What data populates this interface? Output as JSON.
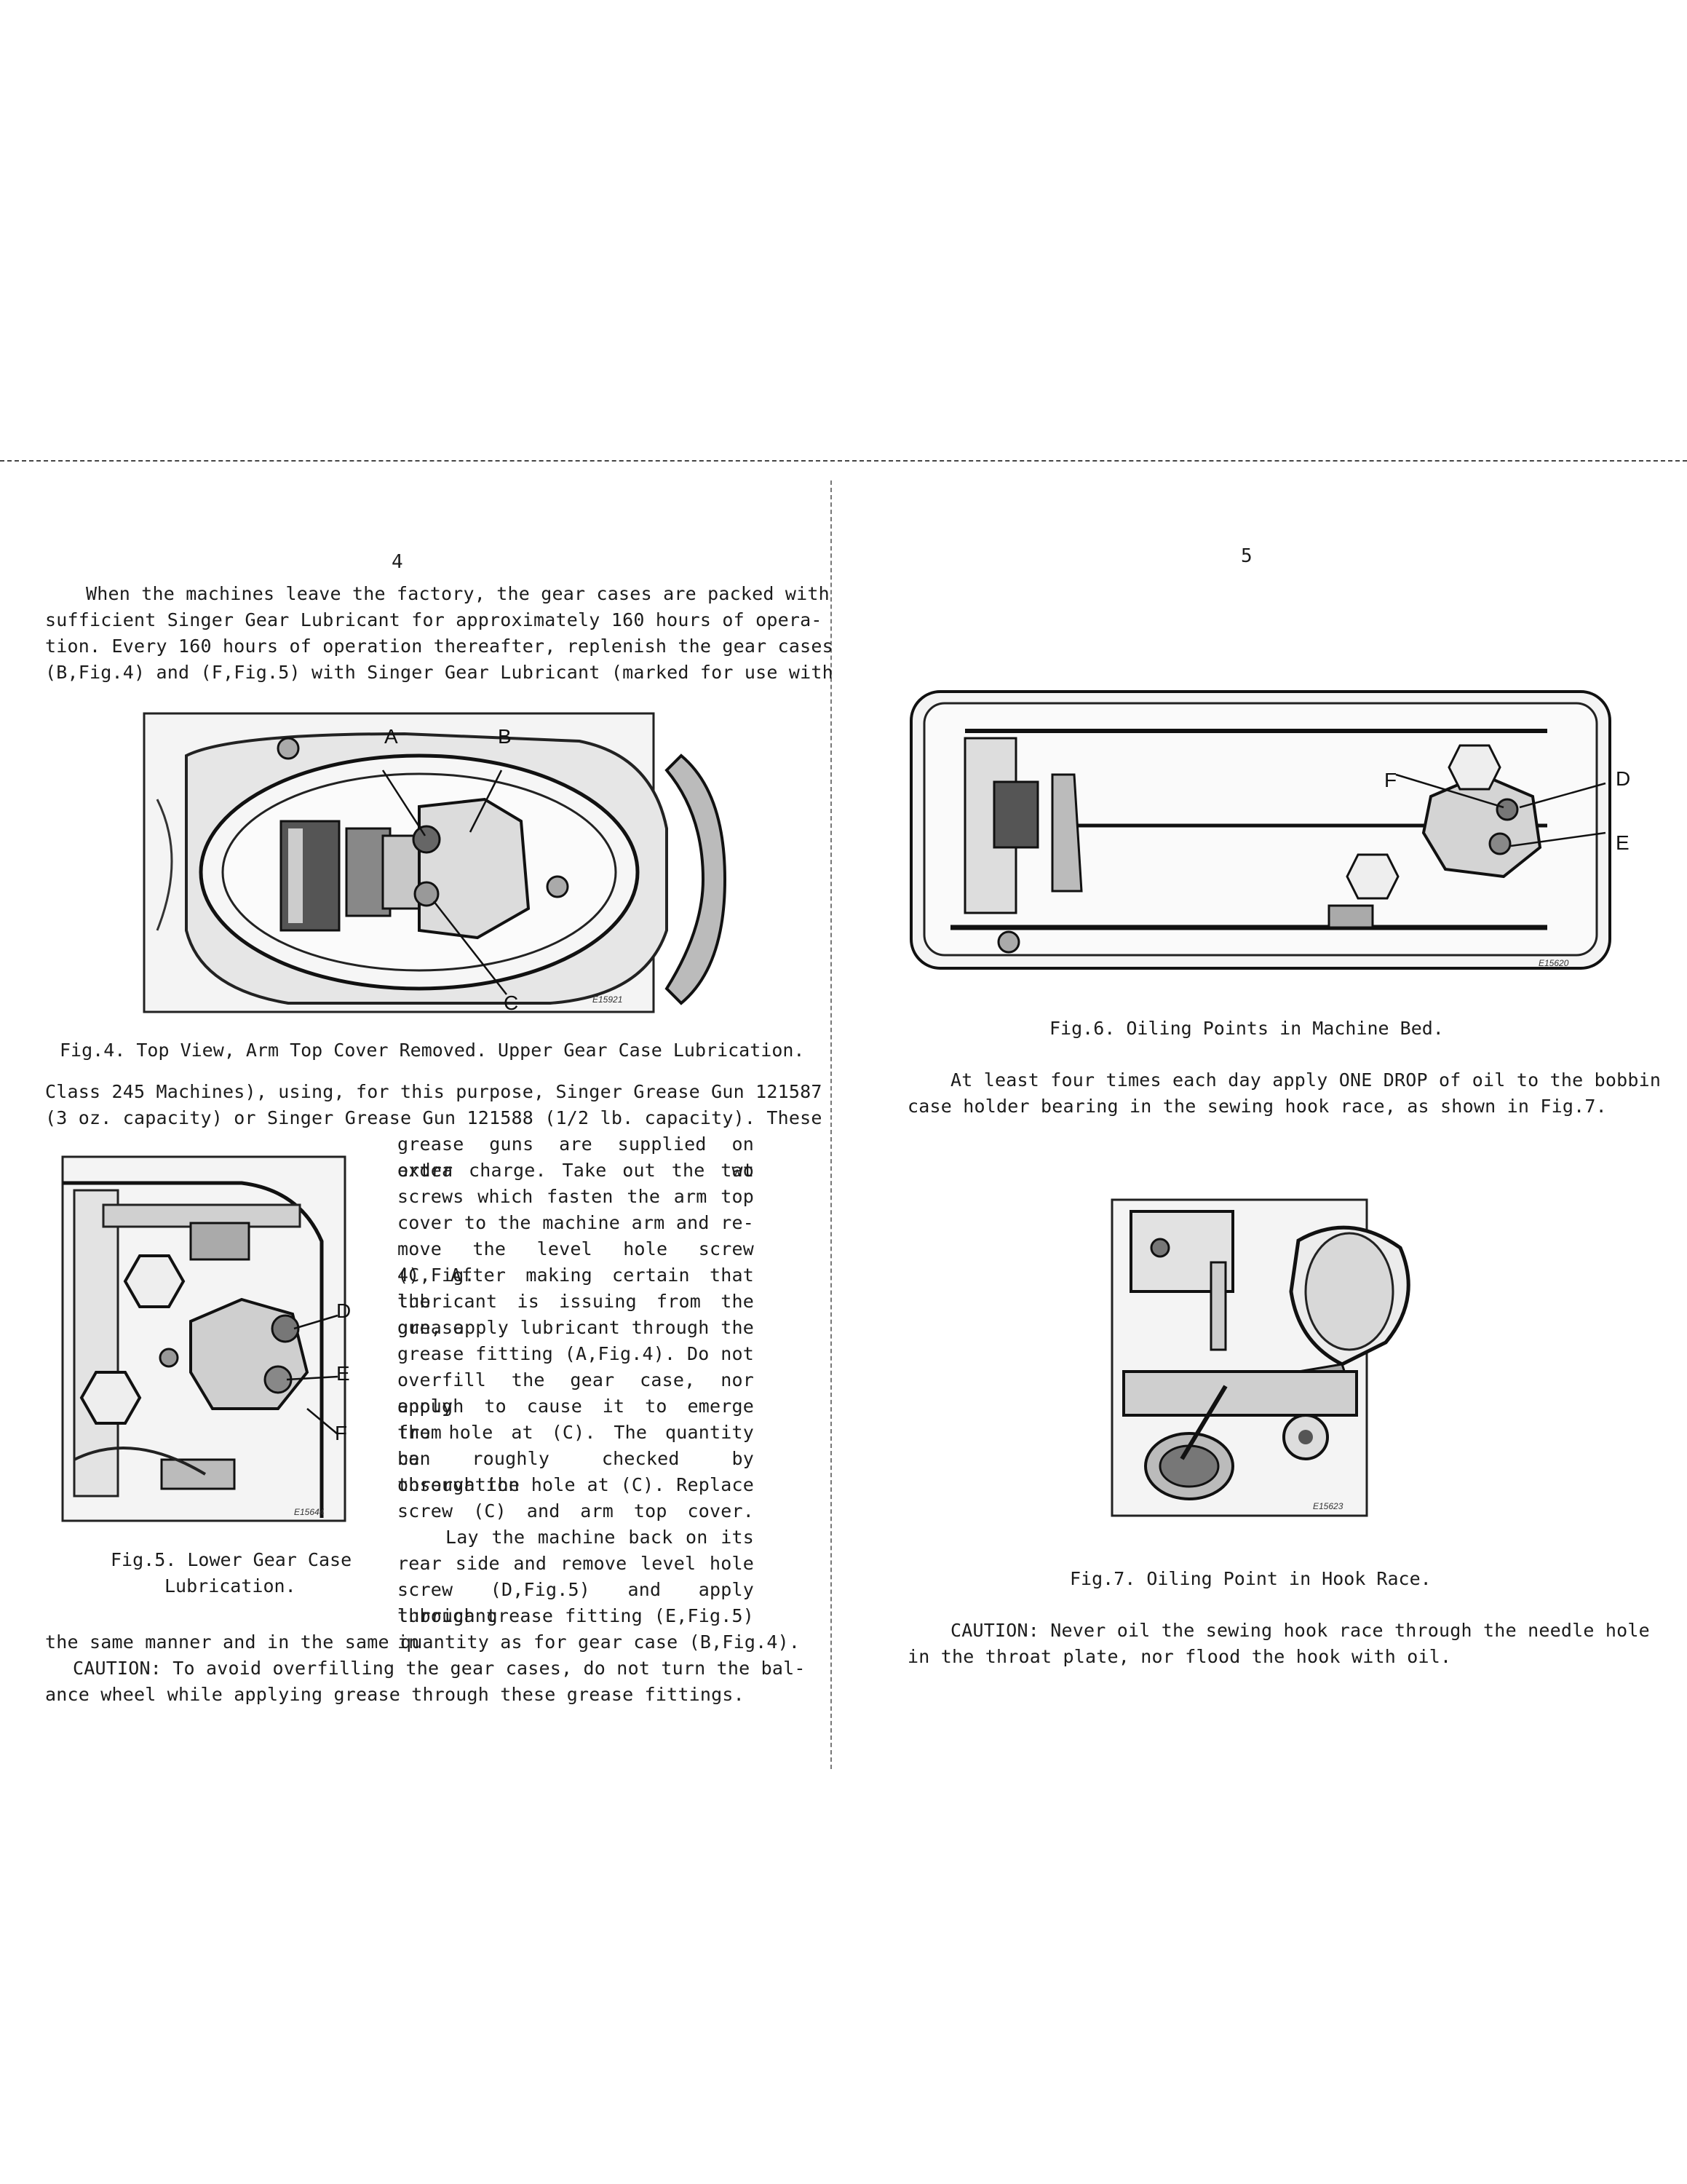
{
  "left_page": {
    "page_number": "4",
    "para1": [
      "When the machines leave the factory, the gear cases are packed with",
      "sufficient Singer Gear Lubricant for approximately 160 hours of opera-",
      "tion.  Every 160 hours of operation thereafter, replenish the gear cases",
      "(B,Fig.4) and (F,Fig.5) with Singer Gear Lubricant (marked for use with"
    ],
    "fig4": {
      "labels": [
        "A",
        "B",
        "C"
      ],
      "code": "E15921",
      "caption": "Fig.4. Top View, Arm Top Cover Removed.  Upper Gear Case Lubrication."
    },
    "para2": [
      "Class 245 Machines), using, for this purpose, Singer Grease Gun 121587",
      "(3 oz. capacity) or Singer Grease Gun 121588 (1/2 lb. capacity).  These"
    ],
    "para2_column": [
      "grease guns are supplied on order at",
      "extra charge.  Take out the two",
      "screws which fasten the arm top",
      "cover to the machine arm and re-",
      "move the level hole screw (C,Fig.",
      "4).  After making certain that the",
      "lubricant is issuing from the grease",
      "gun, apply lubricant through the",
      "grease fitting (A,Fig.4).  Do not",
      "overfill the gear case, nor apply",
      "enough to cause it to emerge from",
      "the hole at (C).  The quantity can",
      "be roughly checked by observation",
      "through the hole at (C).  Replace",
      "screw (C) and arm top cover.",
      "Lay the machine back on its",
      "rear side and remove level hole",
      "screw (D,Fig.5) and apply lubricant",
      "through grease fitting (E,Fig.5) in"
    ],
    "fig5": {
      "labels": [
        "D",
        "E",
        "F"
      ],
      "code": "E15644",
      "caption": [
        "Fig.5. Lower Gear Case",
        "Lubrication."
      ]
    },
    "para3": [
      "the same manner and in the same quantity as for gear case (B,Fig.4).",
      "CAUTION:  To avoid overfilling the gear cases, do not turn the bal-",
      "ance wheel while applying grease through these grease fittings."
    ]
  },
  "right_page": {
    "page_number": "5",
    "fig6": {
      "labels": [
        "F",
        "D",
        "E"
      ],
      "code": "E15620",
      "caption": "Fig.6. Oiling Points in Machine Bed."
    },
    "para1": [
      "At least four times each day apply ONE DROP of oil to the bobbin",
      "case holder bearing in the sewing hook race, as shown in Fig.7."
    ],
    "fig7": {
      "code": "E15623",
      "caption": "Fig.7. Oiling Point in Hook Race."
    },
    "para2": [
      "CAUTION:  Never oil the sewing hook race through the needle hole",
      "in the throat plate, nor flood the hook with oil."
    ]
  }
}
